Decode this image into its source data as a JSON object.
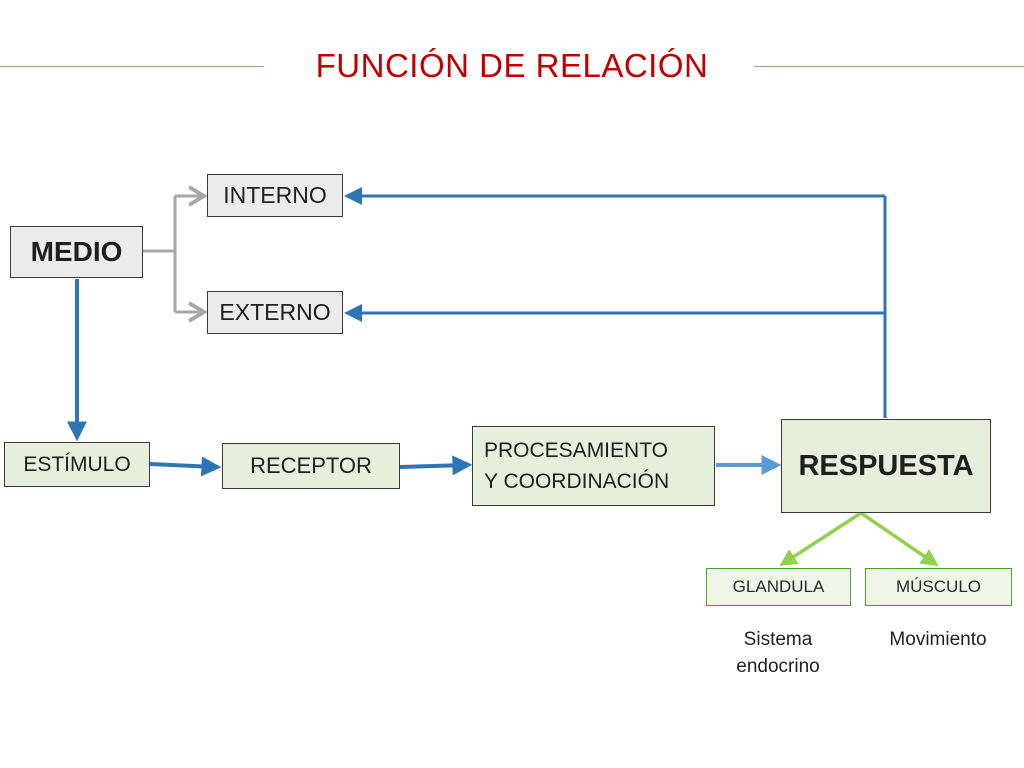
{
  "title": "FUNCIÓN DE RELACIÓN",
  "nodes": {
    "medio": "MEDIO",
    "interno": "INTERNO",
    "externo": "EXTERNO",
    "estimulo": "ESTÍMULO",
    "receptor": "RECEPTOR",
    "procesamiento_line1": "PROCESAMIENTO",
    "procesamiento_line2": "Y COORDINACIÓN",
    "respuesta": "RESPUESTA",
    "glandula": "GLANDULA",
    "musculo": "MÚSCULO"
  },
  "captions": {
    "glandula_line1": "Sistema",
    "glandula_line2": "endocrino",
    "musculo": "Movimiento"
  },
  "colors": {
    "title": "#c00000",
    "flow_arrow": "#2e75b6",
    "light_flow_arrow": "#5b9bd5",
    "branch_arrow": "#a6a6a6",
    "output_arrow": "#92d050",
    "title_rule": "#b8957a"
  }
}
